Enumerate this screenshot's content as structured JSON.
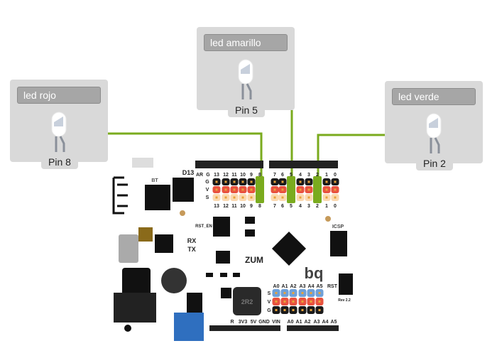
{
  "components": [
    {
      "name": "led rojo",
      "pin": "Pin 8"
    },
    {
      "name": "led amarillo",
      "pin": "Pin 5"
    },
    {
      "name": "led verde",
      "pin": "Pin 2"
    }
  ],
  "board": {
    "name": "ZUM",
    "brand": "bq",
    "rev": "Rev 2.2",
    "bt": "BT",
    "d13": "D13",
    "icsp": "ICSP",
    "rst": "RST",
    "rst_en": "RST_EN",
    "rx": "RX",
    "tx": "TX",
    "inductor": "2R2",
    "digital_top_left": [
      "AR",
      "G",
      "13",
      "12",
      "11",
      "10",
      "9",
      "8"
    ],
    "digital_top_right": [
      "7",
      "6",
      "5",
      "4",
      "3",
      "2",
      "1",
      "0"
    ],
    "digital_bottom": [
      "13",
      "12",
      "11",
      "10",
      "9",
      "8",
      "7",
      "6",
      "5",
      "4",
      "3",
      "2",
      "1",
      "0"
    ],
    "row_labels": [
      "G",
      "V",
      "S"
    ],
    "analog_labels": [
      "A0",
      "A1",
      "A2",
      "A3",
      "A4",
      "A5"
    ],
    "analog_row_labels": [
      "S",
      "V",
      "G"
    ],
    "power_labels": [
      "R",
      "3V3",
      "5V",
      "GND",
      "VIN"
    ],
    "analog_bottom": [
      "A0",
      "A1",
      "A2",
      "A3",
      "A4",
      "A5"
    ]
  },
  "colors": {
    "wire": "#7aab1e",
    "ground": "#1a1a1a",
    "power": "#e8523f",
    "signal": "#fbd9b0",
    "analog_signal": "#6fa0d8"
  }
}
